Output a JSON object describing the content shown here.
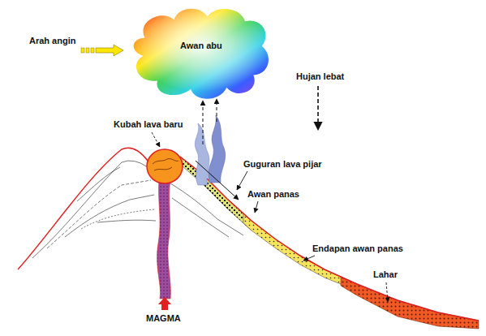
{
  "diagram": {
    "nodes": [
      {
        "text": [
          "Awan abu"
        ]
      }
    ],
    "labels": [
      "Arah angin",
      "Hujan lebat",
      "Kubah lava baru",
      "Guguran lava pijar",
      "Awan panas",
      "Endapan awan panas",
      "Lahar",
      "MAGMA"
    ]
  }
}
